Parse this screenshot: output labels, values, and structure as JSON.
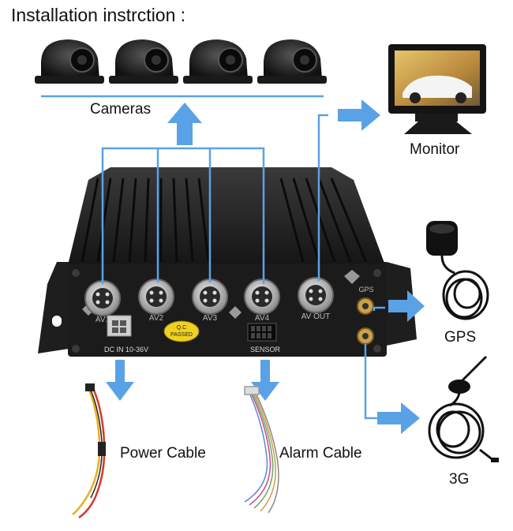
{
  "title": "Installation instrction :",
  "labels": {
    "cameras": "Cameras",
    "monitor": "Monitor",
    "gps": "GPS",
    "three_g": "3G",
    "power_cable": "Power Cable",
    "alarm_cable": "Alarm Cable"
  },
  "device": {
    "port_labels": [
      "AV1",
      "AV2",
      "AV3",
      "AV4",
      "AV OUT"
    ],
    "gps_port": "GPS",
    "dc_in": "DC IN 10-36V",
    "sensor": "SENSOR",
    "qc_line1": "Q.C",
    "qc_line2": "PASSED"
  },
  "colors": {
    "connector": "#5aa2e6",
    "arrow": "#5aa2e6",
    "device": "#1e1e1e"
  }
}
